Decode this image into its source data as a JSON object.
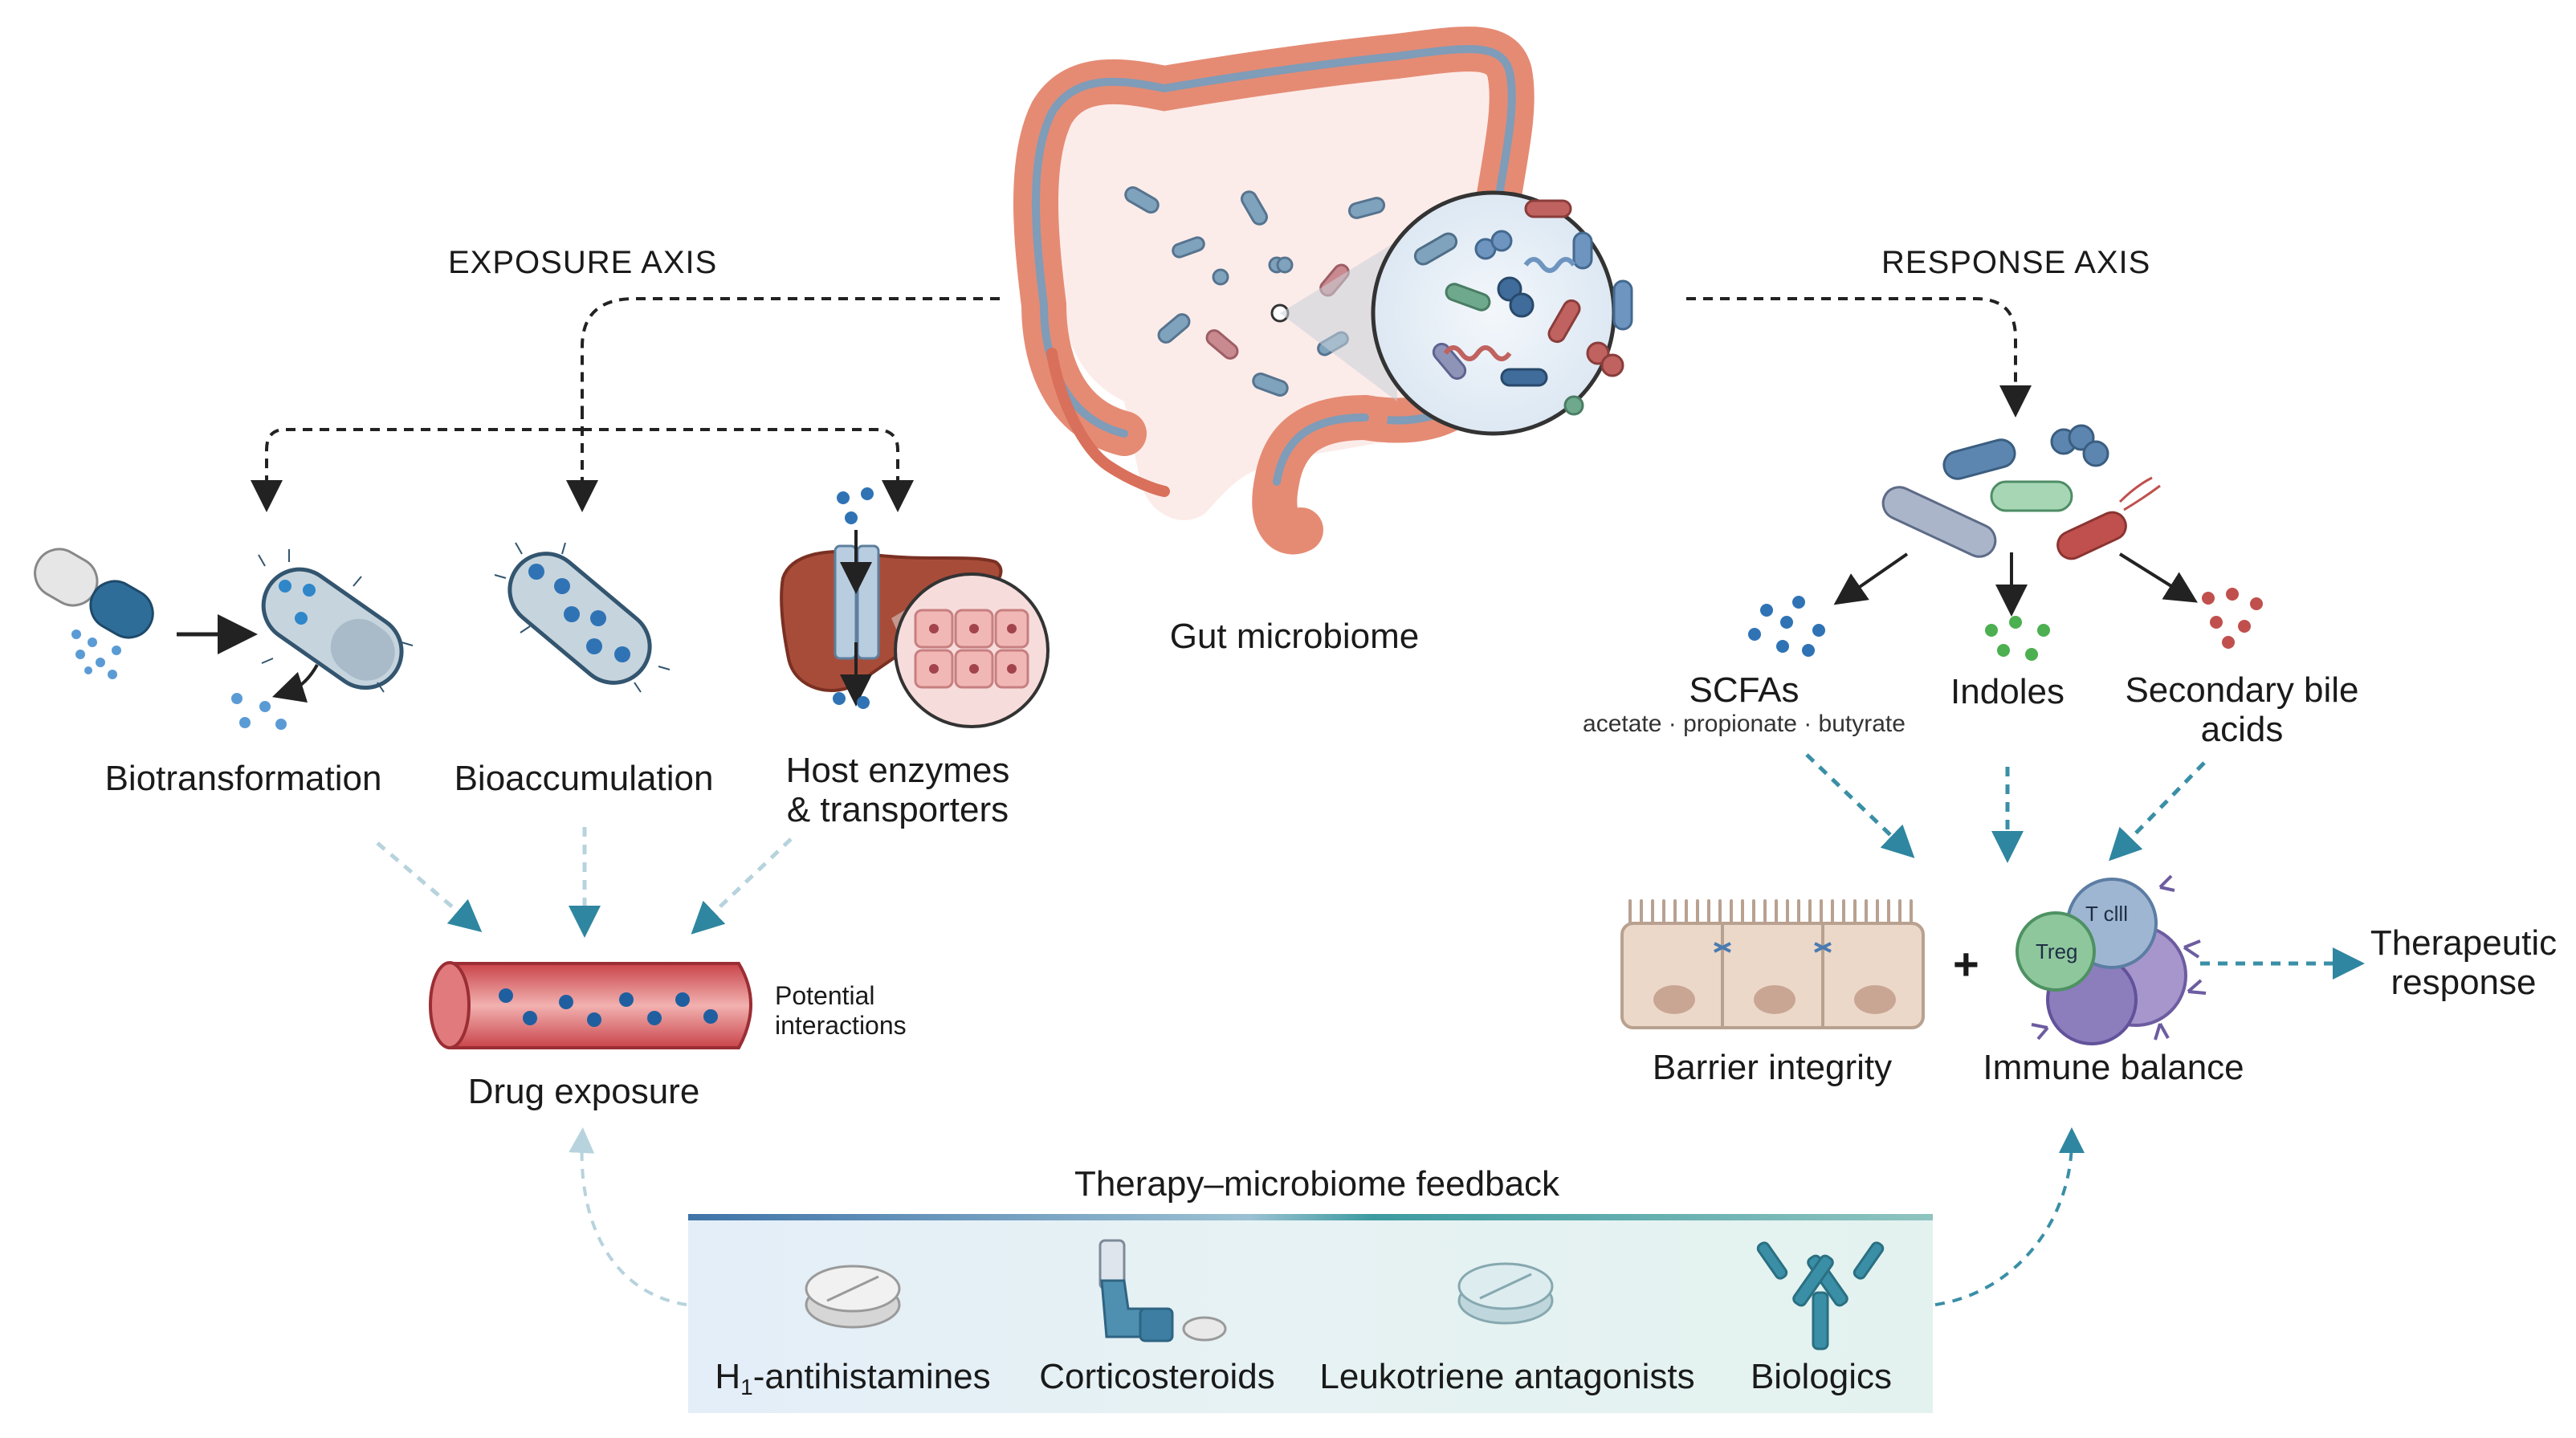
{
  "exposure_axis": {
    "title": "EXPOSURE AXIS",
    "mechanisms": [
      {
        "label": "Biotransformation",
        "icon": "capsule-bacterium-icon"
      },
      {
        "label": "Bioaccumulation",
        "icon": "bacterium-icon"
      },
      {
        "line1": "Host enzymes",
        "line2": "& transporters",
        "icon": "liver-transporter-icon"
      }
    ],
    "outcome": {
      "label": "Drug exposure",
      "note_line1": "Potential",
      "note_line2": "interactions",
      "icon": "blood-vessel-icon"
    }
  },
  "center": {
    "label": "Gut microbiome",
    "icon": "colon-microbiome-icon"
  },
  "response_axis": {
    "title": "RESPONSE AXIS",
    "metabolites": [
      {
        "label": "SCFAs",
        "sublabel": "acetate · propionate · butyrate",
        "color": "#2f73b5"
      },
      {
        "label": "Indoles",
        "color": "#4caf50"
      },
      {
        "line1": "Secondary bile",
        "line2": "acids",
        "color": "#c0504d"
      }
    ],
    "barrier": {
      "label": "Barrier integrity",
      "icon": "epithelium-icon"
    },
    "plus": "+",
    "immune": {
      "label": "Immune balance",
      "cell1": "T clll",
      "cell2": "Treg",
      "icon": "immune-cells-icon"
    },
    "result": {
      "line1": "Therapeutic",
      "line2": "response"
    }
  },
  "feedback": {
    "title": "Therapy–microbiome feedback",
    "therapies": [
      {
        "pre": "H",
        "sub": "1",
        "post": "-antihistamines",
        "icon": "tablet-icon"
      },
      {
        "label": "Corticosteroids",
        "icon": "inhaler-icon"
      },
      {
        "label": "Leukotriene antagonists",
        "icon": "tablet-icon"
      },
      {
        "label": "Biologics",
        "icon": "antibody-icon"
      }
    ]
  },
  "colors": {
    "arrow_teal": "#3a8fa6",
    "arrow_dark": "#222222",
    "colon": "#e9907a",
    "bacteria_blue": "#7fa2bd"
  }
}
